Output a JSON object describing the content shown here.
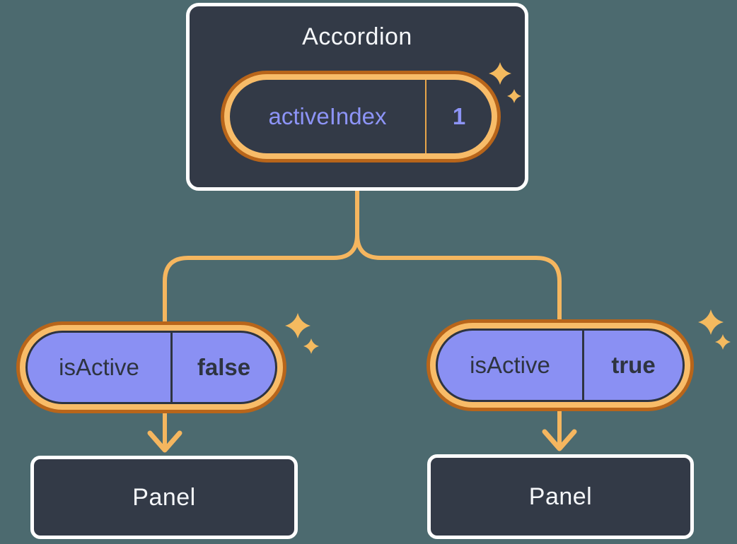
{
  "diagram": {
    "accordion": {
      "title": "Accordion",
      "state_pill": {
        "label": "activeIndex",
        "value": "1"
      }
    },
    "children": [
      {
        "prop_pill": {
          "label": "isActive",
          "value": "false"
        },
        "panel": {
          "title": "Panel"
        }
      },
      {
        "prop_pill": {
          "label": "isActive",
          "value": "true"
        },
        "panel": {
          "title": "Panel"
        }
      }
    ],
    "icons": {
      "sparkle": "sparkle-icon"
    },
    "colors": {
      "background": "#4c6a6f",
      "box_fill": "#333a47",
      "box_border": "#ffffff",
      "ring_outer": "#b8651a",
      "ring_inner": "#f8bc68",
      "pill_purple": "#8a90f3",
      "text_light": "#f5f7fa",
      "text_dark": "#2e3440",
      "text_purple": "#8d94f7",
      "divider_orange": "#e8a64a",
      "connector": "#f5b65f",
      "sparkle": "#f4ba5f"
    }
  }
}
